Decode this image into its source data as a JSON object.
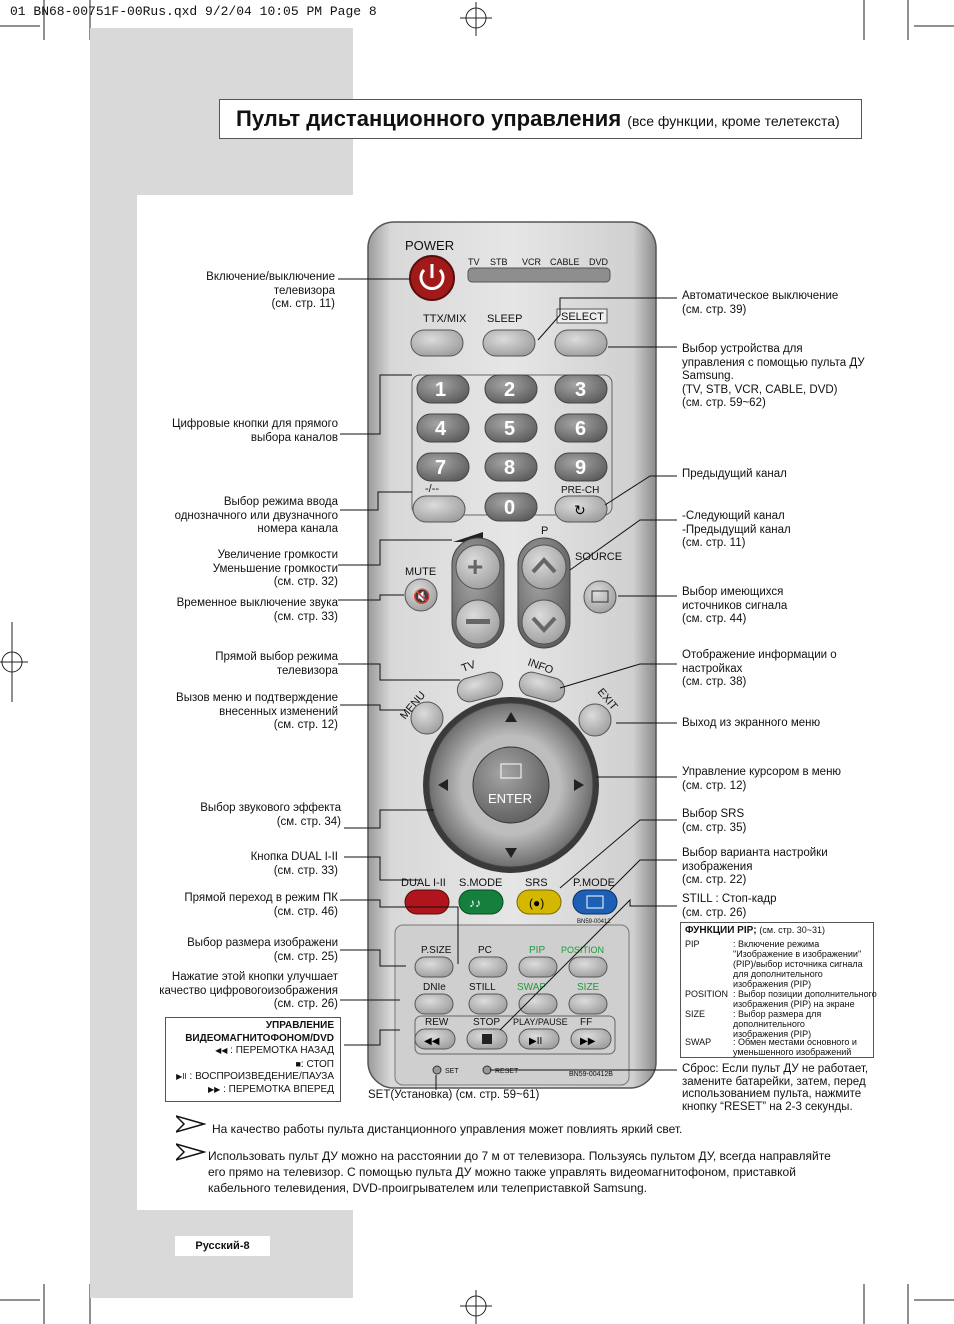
{
  "printer_line": "01 BN68-00751F-00Rus.qxd  9/2/04 10:05 PM  Page 8",
  "title": {
    "main": "Пульт дистанционного управления",
    "sub": "(все функции, кроме телетекста)"
  },
  "remote": {
    "power": "POWER",
    "modes": [
      "TV",
      "STB",
      "VCR",
      "CABLE",
      "DVD"
    ],
    "ttx": "TTX/MIX",
    "sleep": "SLEEP",
    "select": "SELECT",
    "digits": [
      "1",
      "2",
      "3",
      "4",
      "5",
      "6",
      "7",
      "8",
      "9",
      "0"
    ],
    "dash": "-/--",
    "prech": "PRE-CH",
    "p": "P",
    "source": "SOURCE",
    "mute": "MUTE",
    "tv": "TV",
    "info": "INFO",
    "menu": "MENU",
    "exit": "EXIT",
    "enter": "ENTER",
    "dual": "DUAL I-II",
    "smode": "S.MODE",
    "srs": "SRS",
    "pmode": "P.MODE",
    "model1": "BN59-00412",
    "psize": "P.SIZE",
    "pc": "PC",
    "pip": "PIP",
    "position": "POSITION",
    "dnie": "DNIe",
    "still": "STILL",
    "swap": "SWAP",
    "size": "SIZE",
    "rew": "REW",
    "stop": "STOP",
    "playpause": "PLAY/PAUSE",
    "ff": "FF",
    "set": "SET",
    "reset": "RESET",
    "model2": "BN59-00412B"
  },
  "left_labels": {
    "power": [
      "Включение/выключение",
      "телевизора",
      "(см. стр. 11)"
    ],
    "digits": [
      "Цифровые кнопки для прямого",
      "выбора каналов"
    ],
    "dash": [
      "Выбор режима ввода",
      "однозначного или двузначного",
      "номера канала"
    ],
    "volume": [
      "Увеличение громкости",
      "Уменьшение громкости",
      "(см. стр. 32)"
    ],
    "mute": [
      "Временное выключение звука",
      "(см. стр. 33)"
    ],
    "tv": [
      "Прямой выбор режима",
      "телевизора"
    ],
    "menu": [
      "Вызов меню и подтверждение",
      "внесенных изменений",
      "(см. стр. 12)"
    ],
    "smode": [
      "Выбор звукового эффекта",
      "(см. стр. 34)"
    ],
    "dual": [
      "Кнопка DUAL I-II",
      "(см. стр. 33)"
    ],
    "pc": [
      "Прямой переход в режим ПК",
      "(см. стр. 46)"
    ],
    "psize": [
      "Выбор размера изображени",
      "(см. стр. 25)"
    ],
    "dnie": [
      "Нажатие этой кнопки улучшает",
      "качество цифровогоизображения",
      "(см. стр. 26)"
    ]
  },
  "right_labels": {
    "sleep": [
      "Автоматическое выключение",
      "(см. стр. 39)"
    ],
    "select": [
      "Выбор устройства для",
      "управления с помощью пульта ДУ",
      "Samsung.",
      "(TV, STB, VCR, CABLE, DVD)",
      "(см. стр. 59~62)"
    ],
    "prech": [
      "Предыдущий канал"
    ],
    "channel": [
      "-Следующий канал",
      "-Предыдущий канал",
      "(см. стр. 11)"
    ],
    "source": [
      "Выбор имеющихся",
      "источников сигнала",
      "(см. стр. 44)"
    ],
    "info": [
      "Отображение информации о",
      "настройках",
      "(см. стр. 38)"
    ],
    "exit": [
      "Выход из экранного меню"
    ],
    "cursor": [
      "Управление курсором в меню",
      "(см. стр. 12)"
    ],
    "srs": [
      "Выбор SRS",
      "(см. стр. 35)"
    ],
    "pmode": [
      "Выбор варианта настройки",
      "изображения",
      "(см. стр. 22)"
    ],
    "still": [
      "STILL : Стоп-кадр",
      "(см. стр. 26)"
    ]
  },
  "pip_box": {
    "header": "ФУНКЦИИ PIP;",
    "header_ref": "(см. стр. 30~31)",
    "rows": [
      {
        "key": "PIP",
        "lines": [
          ": Включение режима",
          "\"Изображение в изображении\"",
          "(PIP)/выбор источника сигнала",
          "для дополнительного",
          "изображения (PIP)"
        ]
      },
      {
        "key": "POSITION",
        "lines": [
          ": Выбор позиции дополнительного",
          "изображения (PIP) на экране"
        ]
      },
      {
        "key": "SIZE",
        "lines": [
          ": Выбор размера для",
          "дополнительного",
          "изображения (PIP)"
        ]
      },
      {
        "key": "SWAP",
        "lines": [
          ": Обмен местами основного и",
          "уменьшенного изображений"
        ]
      }
    ]
  },
  "vcr_box": {
    "header": [
      "УПРАВЛЕНИЕ",
      "ВИДЕОМАГНИТОФОНОМ/DVD"
    ],
    "items": [
      {
        "icon": "rewind-icon",
        "text": ": ПЕРЕМОТКА НАЗАД"
      },
      {
        "icon": "stop-icon",
        "text": ": СТОП"
      },
      {
        "icon": "play-pause-icon",
        "text": ": ВОСПРОИЗВЕДЕНИЕ/ПАУЗА"
      },
      {
        "icon": "fast-forward-icon",
        "text": ": ПЕРЕМОТКА ВПЕРЕД"
      }
    ],
    "glyphs": {
      "rew": "◀◀",
      "stop": "■",
      "pp": "▶II",
      "ff": "▶▶"
    }
  },
  "set_label": "SET(Установка) (см. стр. 59~61)",
  "reset_note": [
    "Сброс: Если пульт ДУ не работает,",
    "замените батарейки, затем, перед",
    "использованием пульта, нажмите",
    "кнопку “RESET” на 2-3 секунды."
  ],
  "notes": [
    [
      "На качество работы пульта дистанционного управления может повлиять яркий свет."
    ],
    [
      "Использовать пульт ДУ можно на расстоянии до 7 м от телевизора. Пользуясь пультом ДУ, всегда направляйте",
      "его прямо на телевизор. С помощью пульта ДУ можно также управлять видеомагнитофоном, приставкой",
      "кабельного телевидения, DVD-проигрывателем или телеприставкой Samsung."
    ]
  ],
  "footer": "Русский-8",
  "colors": {
    "power": "#a11a1a",
    "dual": "#b0141c",
    "smode": "#15803d",
    "srs": "#d4b800",
    "pmode": "#1d5fb5",
    "pipgreen": "#1d9b3a"
  }
}
